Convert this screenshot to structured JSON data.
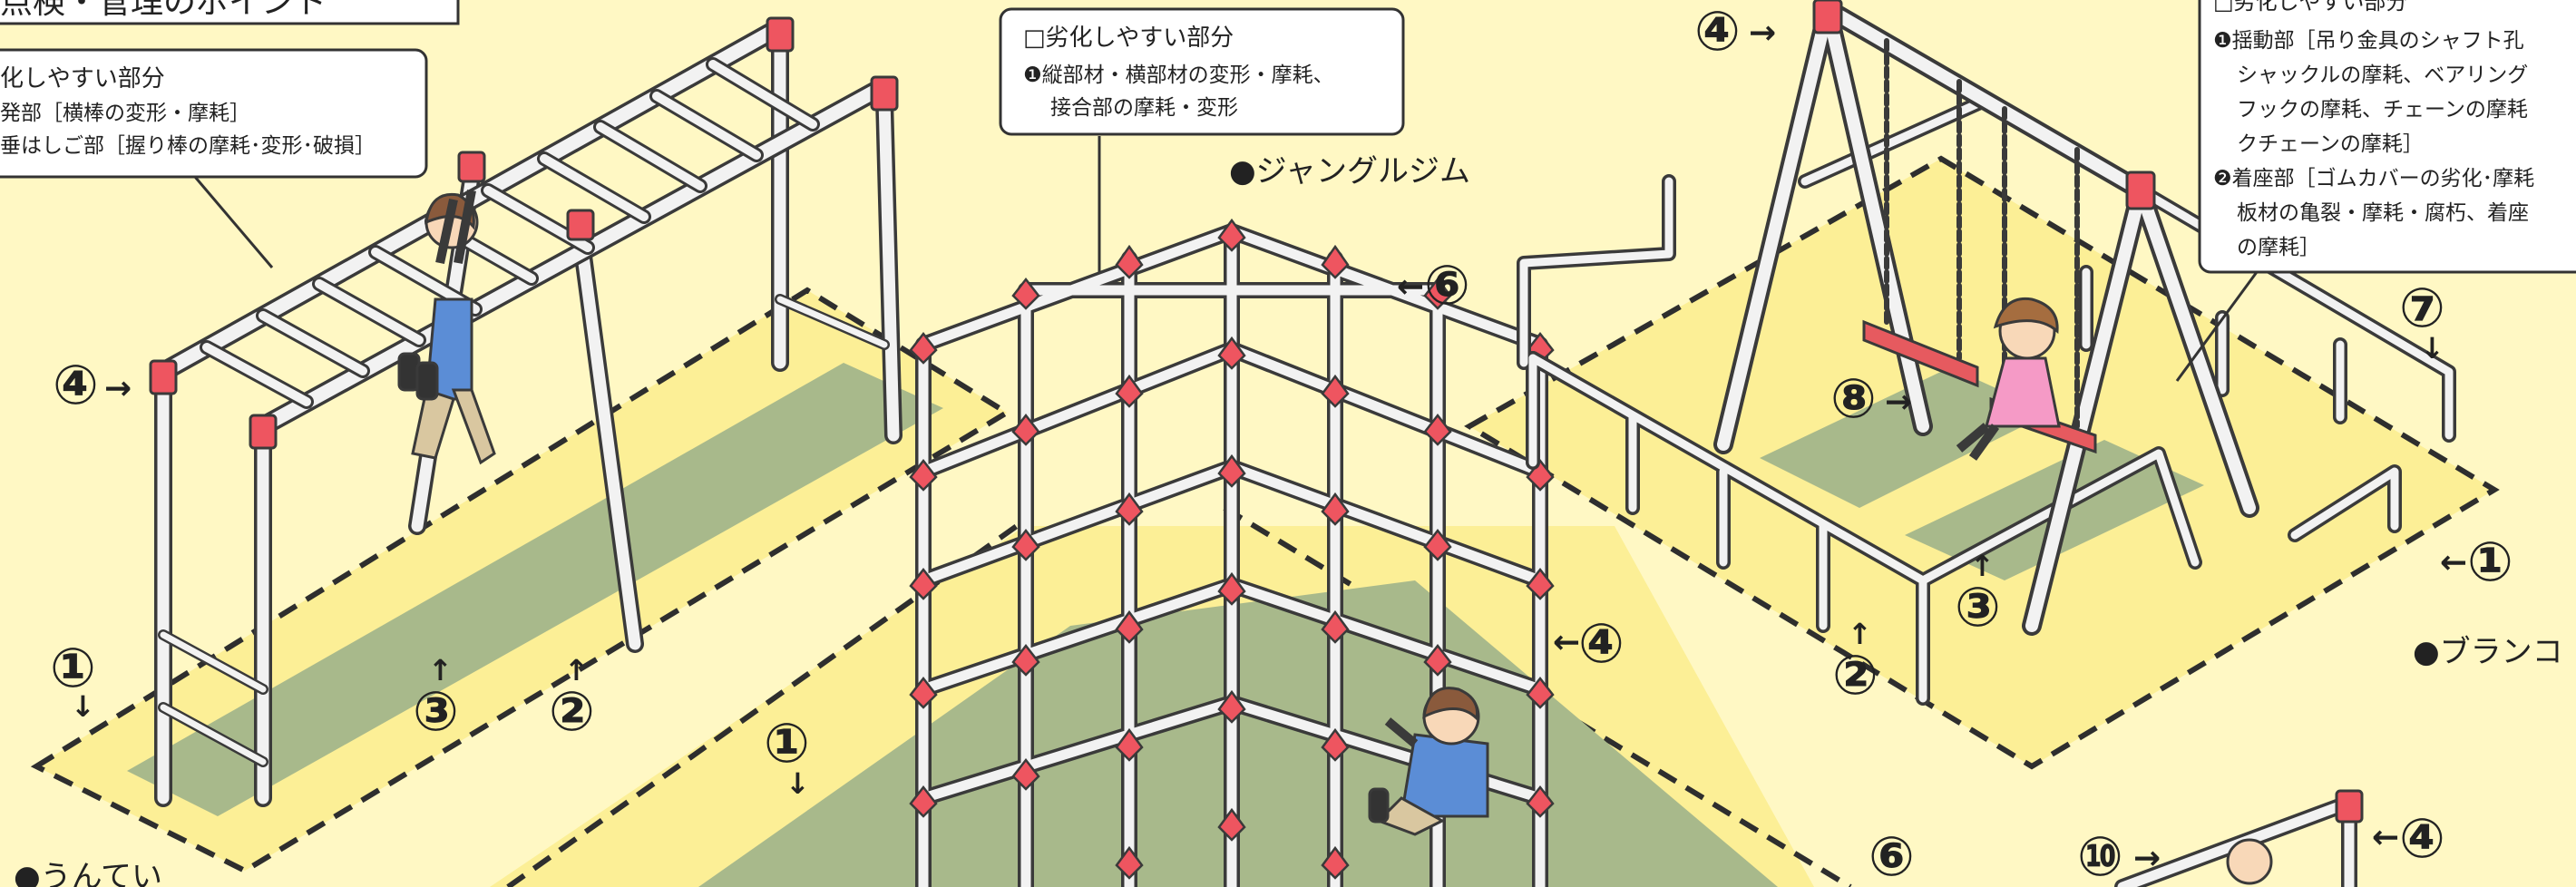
{
  "colors": {
    "background": "#fff8c4",
    "safety_zone": "#fcef96",
    "ground_mat": "#a8b98b",
    "pipe_fill": "#f2f2f2",
    "pipe_outline": "#3a3a3a",
    "joint": "#ee5560",
    "seat": "#e65a5f",
    "label_border": "#333333"
  },
  "title_fragment": "点検・管理のポイント",
  "callouts": {
    "monkey_bars": {
      "heading": "化しやすい部分",
      "line1": "発部［横棒の変形・摩耗］",
      "line2": "垂はしご部［握り棒の摩耗･変形･破損］"
    },
    "jungle_gym": {
      "heading": "□劣化しやすい部分",
      "line1": "❶縦部材・横部材の変形・摩耗、",
      "line2": "接合部の摩耗・変形"
    },
    "swing": {
      "heading": "□劣化しやすい部分",
      "line1": "❶揺動部［吊り金具のシャフト孔",
      "line2": "シャックルの摩耗、ベアリング",
      "line3": "フックの摩耗、チェーンの摩耗",
      "line4": "クチェーンの摩耗］",
      "line5": "❷着座部［ゴムカバーの劣化･摩耗",
      "line6": "板材の亀裂・摩耗・腐朽、着座",
      "line7": "の摩耗］"
    }
  },
  "equipment_labels": {
    "jungle_gym": "●ジャングルジム",
    "swing": "●ブランコ",
    "monkey_bars": "●うんてい"
  },
  "markers": {
    "m1": "①",
    "m2": "②",
    "m3": "③",
    "m4": "④",
    "m6": "⑥",
    "m7": "⑦",
    "m8": "⑧",
    "m10": "⑩"
  },
  "arrows": {
    "right": "→",
    "left": "←",
    "up": "↑",
    "down": "↓"
  }
}
